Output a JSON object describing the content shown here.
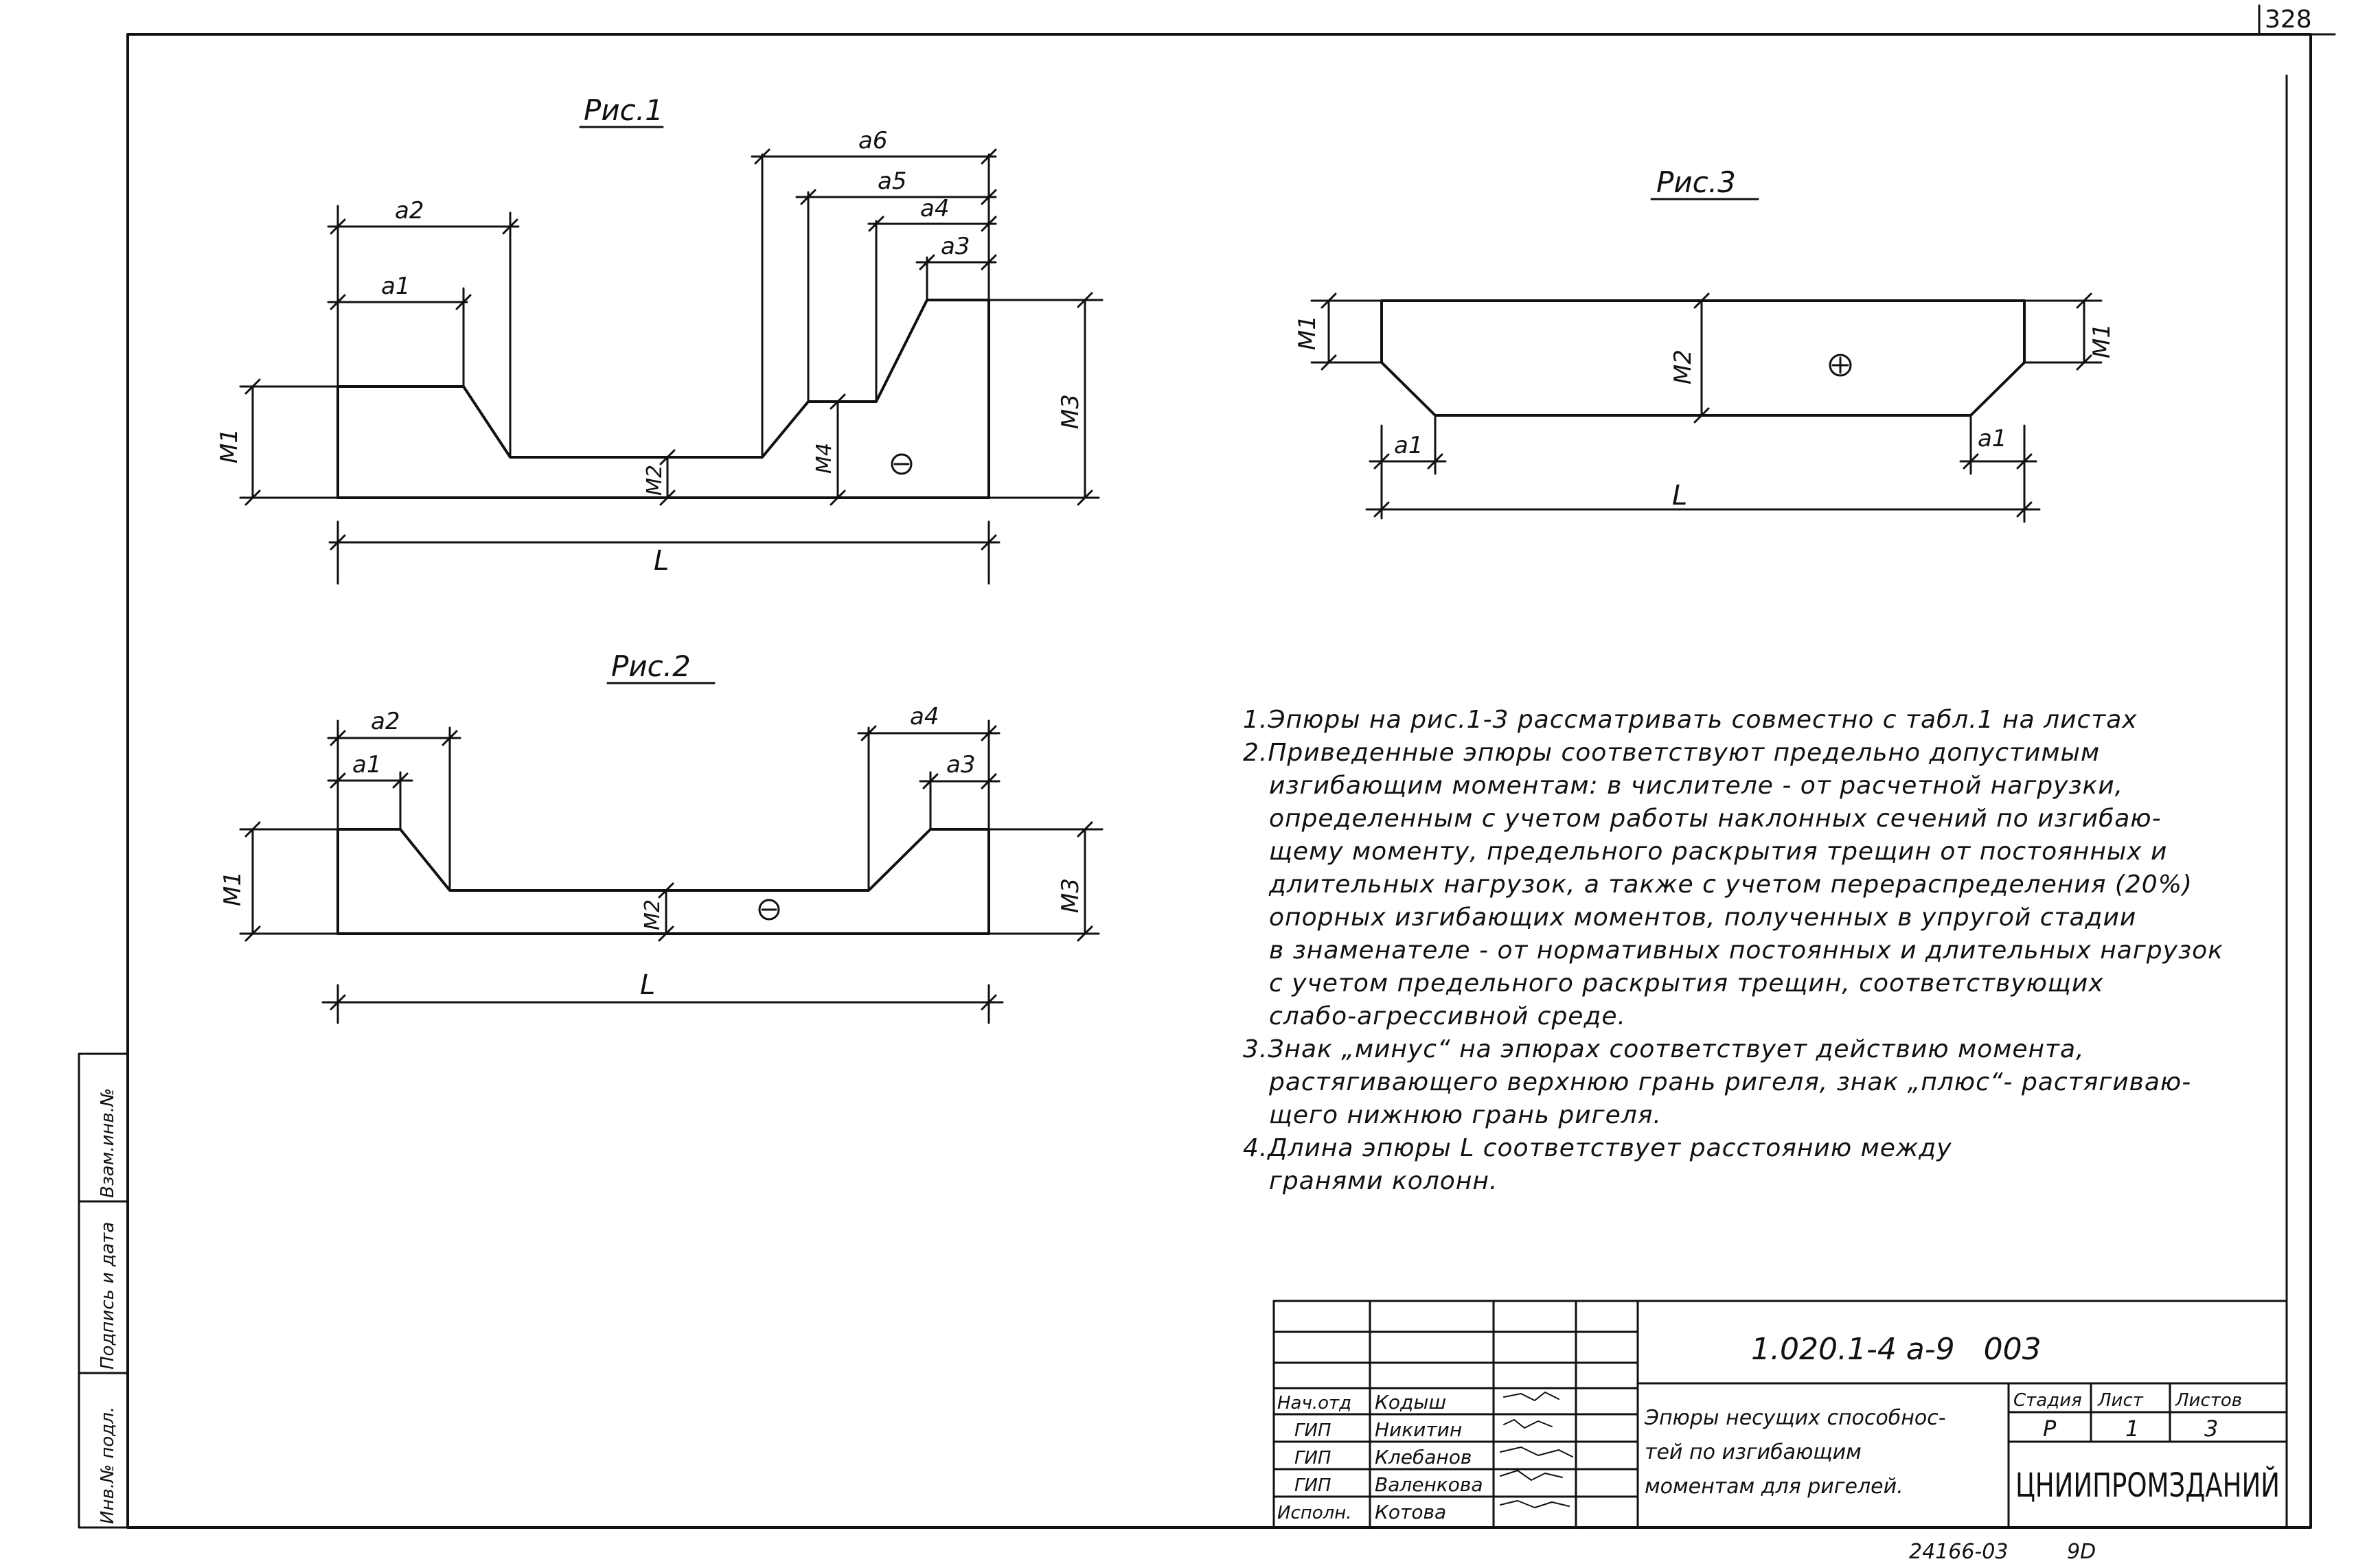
{
  "sheet_number": "328",
  "figures": {
    "fig1": {
      "title": "Рис.1",
      "dims": [
        "а2",
        "а1",
        "а6",
        "а5",
        "а4",
        "а3"
      ],
      "moments": [
        "М1",
        "М2",
        "М4",
        "М3"
      ],
      "sign": "⊖",
      "length": "L"
    },
    "fig2": {
      "title": "Рис.2",
      "dims": [
        "а2",
        "а1",
        "а4",
        "а3"
      ],
      "moments": [
        "М1",
        "М2",
        "М3"
      ],
      "sign": "⊖",
      "length": "L"
    },
    "fig3": {
      "title": "Рис.3",
      "dims": [
        "а1",
        "а1"
      ],
      "moments": [
        "М1",
        "М2",
        "М1"
      ],
      "sign": "⊕",
      "length": "L"
    }
  },
  "notes": [
    "1.Эпюры на рис.1-3 рассматривать совместно с табл.1 на листах",
    "2.Приведенные эпюры соответствуют предельно допустимым",
    "изгибающим моментам: в числителе - от расчетной нагрузки,",
    "определенным с учетом работы наклонных сечений по изгибаю-",
    "щему моменту, предельного раскрытия трещин от постоянных и",
    "длительных нагрузок, а также с учетом перераспределения (20%)",
    "опорных изгибающих моментов, полученных в упругой стадии",
    "в знаменателе - от нормативных постоянных и длительных нагрузок",
    "с учетом предельного раскрытия трещин, соответствующих",
    "слабо-агрессивной среде.",
    "3.Знак „минус“ на эпюрах соответствует действию момента,",
    "растягивающего верхнюю грань ригеля, знак „плюс“- растягиваю-",
    "щего нижнюю грань ригеля.",
    "4.Длина эпюры L соответствует расстоянию между",
    "гранями колонн."
  ],
  "side_stamp": [
    "Инв.№ подл.",
    "Подпись и дата",
    "Взам.инв.№"
  ],
  "title_block": {
    "code": "1.020.1-4 а-9   003",
    "description": [
      "Эпюры несущих способнос-",
      "тей по изгибающим",
      "моментам для ригелей."
    ],
    "stage_label": "Стадия",
    "sheet_label": "Лист",
    "sheets_label": "Листов",
    "stage": "Р",
    "sheet": "1",
    "sheets": "3",
    "org": "ЦНИИПРОМЗДАНИЙ",
    "people": [
      {
        "role": "Нач.отд",
        "name": "Кодыш"
      },
      {
        "role": "ГИП",
        "name": "Никитин"
      },
      {
        "role": "ГИП",
        "name": "Клебанов"
      },
      {
        "role": "ГИП",
        "name": "Валенкова"
      },
      {
        "role": "Исполн.",
        "name": "Котова"
      }
    ]
  },
  "footer": {
    "archive": "24166-03",
    "format": "9D"
  }
}
